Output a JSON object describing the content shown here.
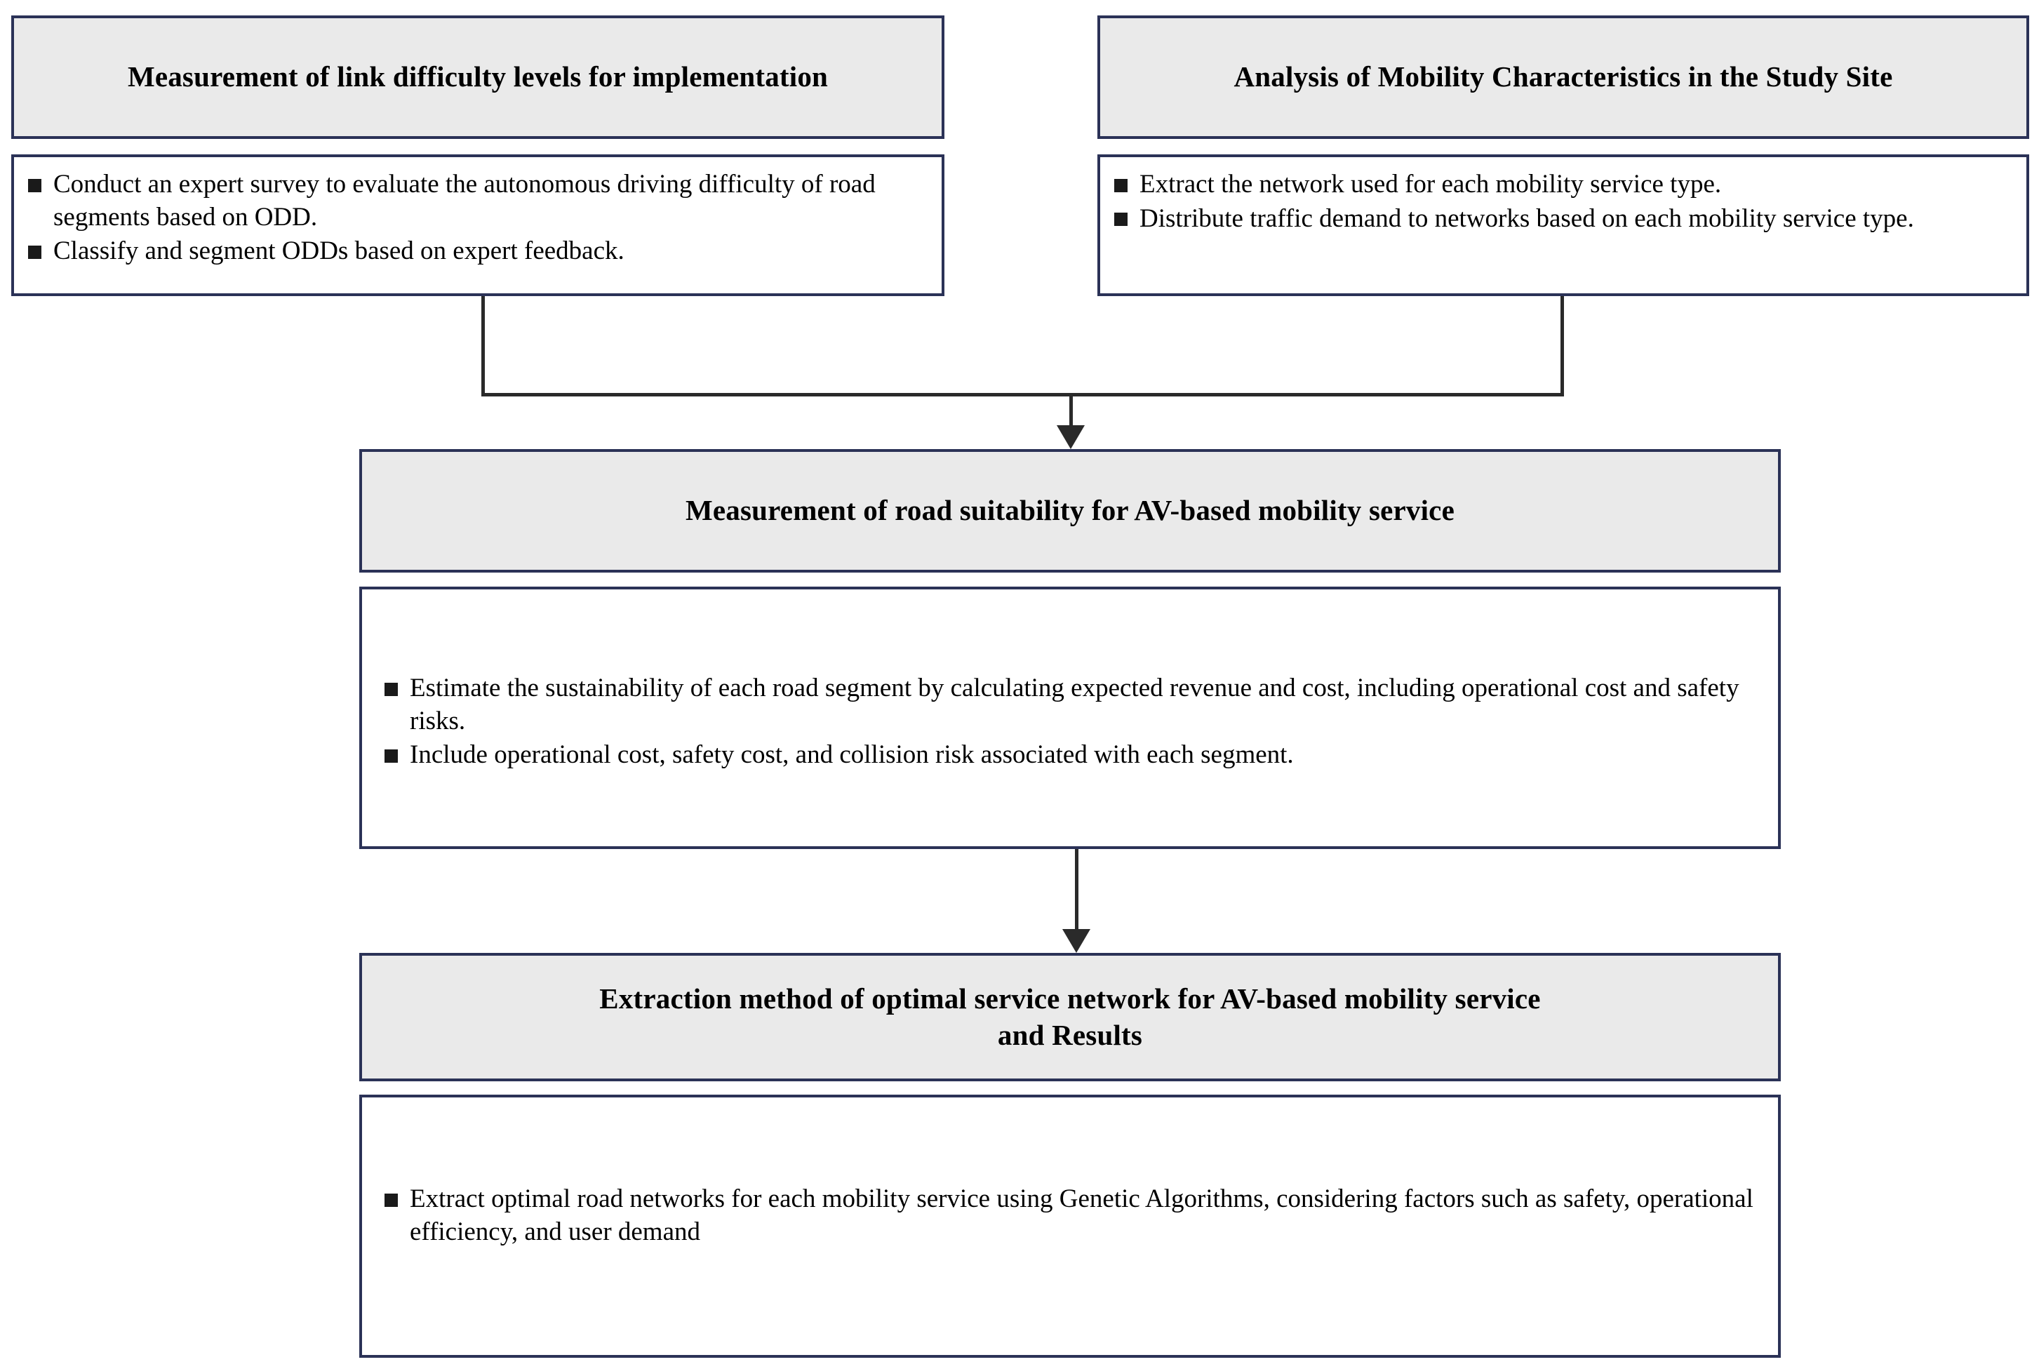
{
  "diagram": {
    "title_top_left": "Measurement of link difficulty levels for implementation",
    "title_top_right": "Analysis of Mobility Characteristics in the Study Site",
    "title_middle": "Measurement of road suitability for AV-based mobility service",
    "title_bottom_line1": "Extraction method of optimal service network for AV-based mobility service",
    "title_bottom_line2": "and Results",
    "colors": {
      "box_border": "#2b3257",
      "header_fill": "#eaeaea",
      "body_fill": "#ffffff",
      "connector": "#2a2a2a",
      "bullet_marker": "#1a1a1a",
      "text": "#000000"
    },
    "nodes": {
      "top_left": {
        "header": "Measurement of link difficulty levels for implementation",
        "bullets": [
          "Conduct an expert survey to evaluate the autonomous driving difficulty of road segments based on ODD.",
          "Classify and segment ODDs based on expert feedback."
        ]
      },
      "top_right": {
        "header": "Analysis of Mobility Characteristics in the Study Site",
        "bullets": [
          "Extract the network used for each mobility service type.",
          "Distribute traffic demand to networks based on each mobility service type."
        ]
      },
      "middle": {
        "header": "Measurement of road suitability for AV-based mobility service",
        "bullets": [
          "Estimate the sustainability of each road segment by calculating expected revenue and cost, including operational cost and safety risks.",
          "Include operational cost, safety cost, and collision risk associated with each segment."
        ]
      },
      "bottom": {
        "header_line1": "Extraction method of optimal service network for AV-based mobility service",
        "header_line2": "and Results",
        "bullets": [
          "Extract optimal road networks for each mobility service using Genetic Algorithms, considering factors such as safety, operational efficiency, and user demand"
        ]
      }
    }
  }
}
